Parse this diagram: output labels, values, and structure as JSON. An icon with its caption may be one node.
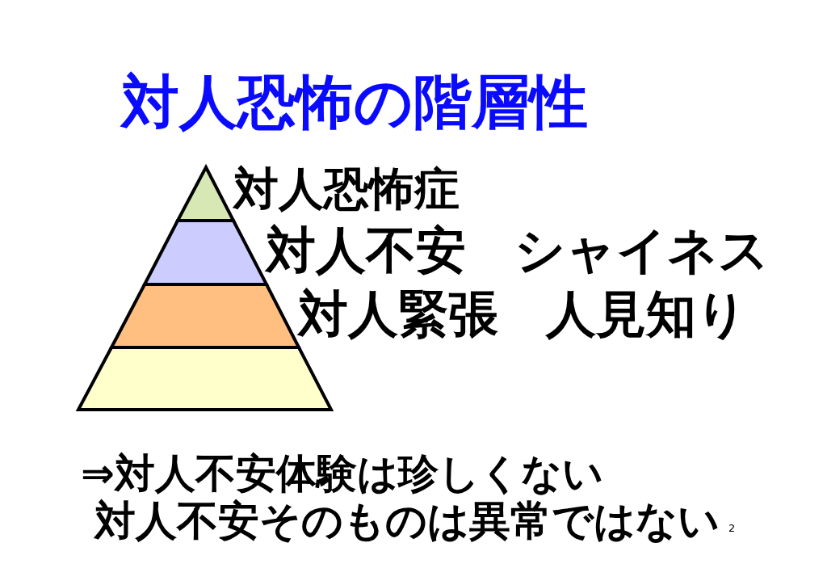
{
  "diagram": {
    "title": "対人恐怖の階層性",
    "nodes": [
      {
        "text": [],
        "shape": "triangle",
        "beside": [
          "対人恐怖症"
        ]
      },
      {
        "text": [],
        "shape": "trapezoid",
        "beside": [
          "対人不安",
          "シャイネス"
        ]
      },
      {
        "text": [],
        "shape": "trapezoid",
        "beside": [
          "対人緊張",
          "人見知り"
        ]
      },
      {
        "text": [],
        "shape": "trapezoid"
      }
    ],
    "labels": [
      "⇒対人不安体験は珍しくない",
      "対人不安そのものは異常ではない",
      "2"
    ]
  }
}
